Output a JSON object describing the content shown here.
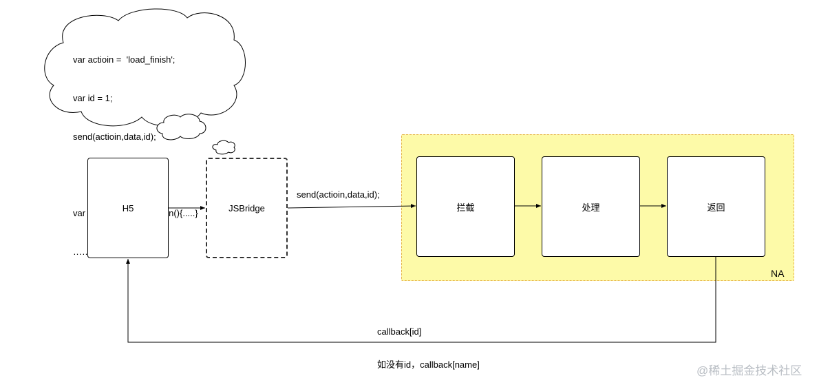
{
  "cloud": {
    "code_lines": [
      "var actioin =  'load_finish';",
      "var id = 1;",
      "send(actioin,data,id);",
      "",
      "var callback[id] = function(){.....}",
      "……"
    ]
  },
  "nodes": {
    "h5": "H5",
    "jsbridge": "JSBridge",
    "intercept": "拦截",
    "process": "处理",
    "return": "返回"
  },
  "region": {
    "label": "NA",
    "fill_color": "#fdfaa8",
    "border_color": "#e6b24a"
  },
  "edges": {
    "send_label": "send(actioin,data,id);",
    "callback_label": "callback[id]",
    "callback_note": "如没有id，callback[name]"
  },
  "watermark": "@稀土掘金技术社区"
}
